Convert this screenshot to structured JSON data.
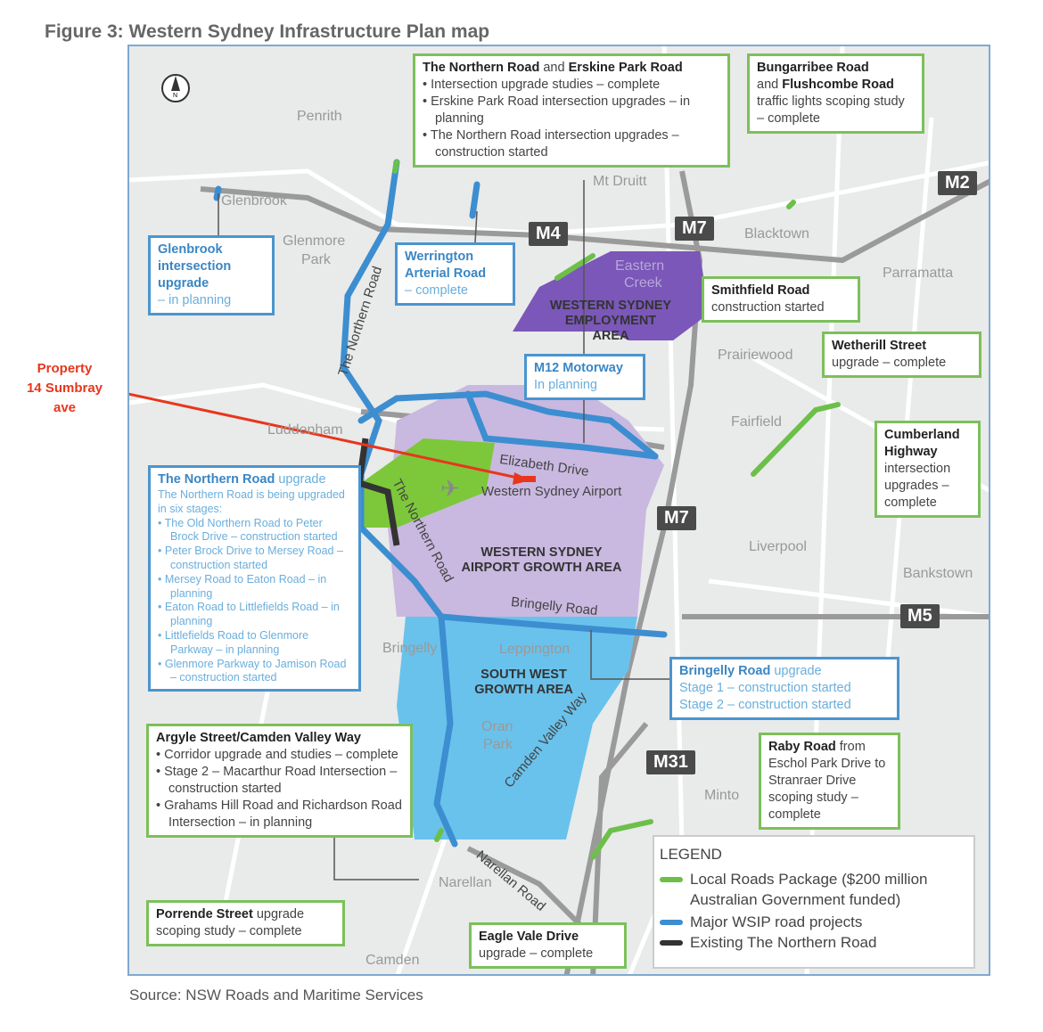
{
  "title": "Figure 3: Western Sydney Infrastructure Plan map",
  "source": "Source: NSW Roads and Maritime Services",
  "annotation": {
    "line1": "Property",
    "line2": "14 Sumbray",
    "line3": "ave",
    "color": "#e8361c"
  },
  "north_label": "N",
  "places": {
    "penrith": "Penrith",
    "glenbrook": "Glenbrook",
    "glenmore": "Glenmore",
    "park": "Park",
    "mt_druitt": "Mt Druitt",
    "blacktown": "Blacktown",
    "parramatta": "Parramatta",
    "prairiewood": "Prairiewood",
    "fairfield": "Fairfield",
    "luddenham": "Luddenham",
    "liverpool": "Liverpool",
    "bankstown": "Bankstown",
    "bringelly": "Bringelly",
    "leppington": "Leppington",
    "oran": "Oran",
    "oran_park": "Park",
    "minto": "Minto",
    "narellan": "Narellan",
    "camden": "Camden",
    "eastern": "Eastern",
    "creek": "Creek"
  },
  "motorways": [
    "M2",
    "M4",
    "M7",
    "M7",
    "M5",
    "M31"
  ],
  "regions": {
    "employment": [
      "WESTERN SYDNEY",
      "EMPLOYMENT",
      "AREA"
    ],
    "airport": [
      "WESTERN SYDNEY",
      "AIRPORT GROWTH AREA"
    ],
    "southwest": [
      "SOUTH WEST",
      "GROWTH AREA"
    ]
  },
  "roads": {
    "northern1": "The Northern Road",
    "northern2": "The Northern Road",
    "elizabeth": "Elizabeth Drive",
    "bringelly": "Bringelly Road",
    "camden_valley": "Camden Valley Way",
    "narellan": "Narellan Road",
    "airport": "Western Sydney Airport"
  },
  "callouts": {
    "northern_erskine": {
      "a": "The Northern Road",
      "and": " and ",
      "b": "Erskine Park Road",
      "items": [
        "Intersection upgrade studies – complete",
        "Erskine Park Road intersection upgrades – in planning",
        "The Northern Road intersection upgrades – construction started"
      ]
    },
    "bungarribee": {
      "a": "Bungarribee Road",
      "and": "and ",
      "b": "Flushcombe Road",
      "text": "traffic lights scoping study – complete"
    },
    "glenbrook": {
      "name": "Glenbrook intersection upgrade",
      "status": "– in planning"
    },
    "werrington": {
      "name": "Werrington Arterial Road",
      "status": "– complete"
    },
    "smithfield": {
      "name": "Smithfield Road",
      "status": "construction started"
    },
    "wetherill": {
      "name": "Wetherill Street",
      "status": "upgrade – complete"
    },
    "m12": {
      "name": "M12 Motorway",
      "status": "In planning"
    },
    "cumberland": {
      "name": "Cumberland Highway",
      "status": "intersection upgrades – complete"
    },
    "northern_upgrade": {
      "name": "The Northern Road",
      "suffix": " upgrade",
      "intro": "The Northern Road is being upgraded in six stages:",
      "items": [
        "The Old Northern Road to Peter Brock Drive – construction started",
        "Peter Brock Drive to Mersey Road – construction started",
        "Mersey Road to Eaton Road – in planning",
        "Eaton Road to Littlefields Road – in planning",
        "Littlefields Road to Glenmore Parkway – in planning",
        "Glenmore Parkway to Jamison Road – construction started"
      ]
    },
    "bringelly": {
      "name": "Bringelly Road",
      "suffix": " upgrade",
      "stage1": "Stage 1 – construction started",
      "stage2": "Stage 2 – construction started"
    },
    "argyle": {
      "name": "Argyle Street/Camden Valley Way",
      "items": [
        "Corridor upgrade and studies – complete",
        "Stage 2 – Macarthur Road Intersection – construction started",
        "Grahams Hill Road and Richardson Road Intersection – in planning"
      ]
    },
    "raby": {
      "name": "Raby Road",
      "suffix": " from",
      "text": "Eschol Park Drive to Stranraer Drive scoping study – complete"
    },
    "porrende": {
      "name": "Porrende Street",
      "suffix": " upgrade",
      "text": "scoping study – complete"
    },
    "eagle_vale": {
      "name": "Eagle Vale Drive",
      "status": "upgrade – complete"
    }
  },
  "legend": {
    "title": "LEGEND",
    "items": [
      {
        "label": "Local Roads Package ($200 million Australian Government funded)",
        "color": "#6cc04a"
      },
      {
        "label": "Major WSIP road projects",
        "color": "#3c8ed0"
      },
      {
        "label": "Existing The Northern Road",
        "color": "#333333"
      }
    ]
  }
}
